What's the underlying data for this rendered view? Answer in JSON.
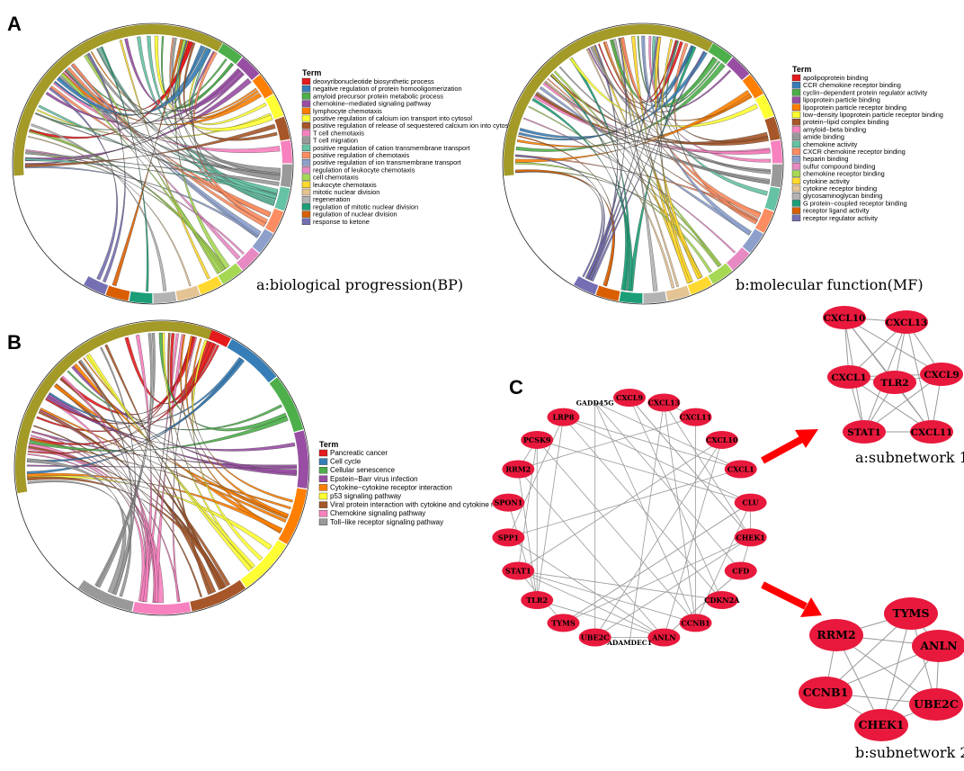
{
  "panels": {
    "A": {
      "letter": "A",
      "bp": {
        "caption": "a:biological progression(BP)",
        "legend_title": "Term",
        "terms": [
          {
            "label": "deoxyribonucleotide biosynthetic process",
            "color": "#e41a1c"
          },
          {
            "label": "negative regulation of protein homooligomerization",
            "color": "#377eb8"
          },
          {
            "label": "amyloid precursor protein metabolic process",
            "color": "#4daf4a"
          },
          {
            "label": "chemokine−mediated signaling pathway",
            "color": "#984ea3"
          },
          {
            "label": "lymphocyte chemotaxis",
            "color": "#ff7f00"
          },
          {
            "label": "positive regulation of calcium ion transport into cytosol",
            "color": "#ffff33"
          },
          {
            "label": "positive regulation of release of sequestered calcium ion into cytosol",
            "color": "#a65628"
          },
          {
            "label": "T cell chemotaxis",
            "color": "#f781bf"
          },
          {
            "label": "T cell migration",
            "color": "#999999"
          },
          {
            "label": "positive regulation of cation transmembrane transport",
            "color": "#66c2a5"
          },
          {
            "label": "positive regulation of chemotaxis",
            "color": "#fc8d62"
          },
          {
            "label": "positive regulation of ion transmembrane transport",
            "color": "#8da0cb"
          },
          {
            "label": "regulation of leukocyte chemotaxis",
            "color": "#e78ac3"
          },
          {
            "label": "cell chemotaxis",
            "color": "#a6d854"
          },
          {
            "label": "leukocyte chemotaxis",
            "color": "#ffd92f"
          },
          {
            "label": "mitotic nuclear division",
            "color": "#e5c494"
          },
          {
            "label": "regeneration",
            "color": "#b3b3b3"
          },
          {
            "label": "regulation of mitotic nuclear division",
            "color": "#1b9e77"
          },
          {
            "label": "regulation of nuclear division",
            "color": "#d95f02"
          },
          {
            "label": "response to ketone",
            "color": "#7570b3"
          }
        ]
      },
      "mf": {
        "caption": "b:molecular function(MF)",
        "legend_title": "Term",
        "terms": [
          {
            "label": "apolipoprotein binding",
            "color": "#e41a1c"
          },
          {
            "label": "CCR chemokine receptor binding",
            "color": "#377eb8"
          },
          {
            "label": "cyclin−dependent protein  regulator activity",
            "color": "#4daf4a"
          },
          {
            "label": "lipoprotein particle binding",
            "color": "#984ea3"
          },
          {
            "label": "lipoprotein particle receptor binding",
            "color": "#ff7f00"
          },
          {
            "label": "low−density lipoprotein particle receptor binding",
            "color": "#ffff33"
          },
          {
            "label": "protein−lipid complex binding",
            "color": "#a65628"
          },
          {
            "label": "amyloid−beta binding",
            "color": "#f781bf"
          },
          {
            "label": "amide binding",
            "color": "#999999"
          },
          {
            "label": "chemokine activity",
            "color": "#66c2a5"
          },
          {
            "label": "CXCR chemokine receptor binding",
            "color": "#fc8d62"
          },
          {
            "label": "heparin binding",
            "color": "#8da0cb"
          },
          {
            "label": "sulfur compound binding",
            "color": "#e78ac3"
          },
          {
            "label": "chemokine receptor binding",
            "color": "#a6d854"
          },
          {
            "label": "cytokine activity",
            "color": "#ffd92f"
          },
          {
            "label": "cytokine receptor binding",
            "color": "#e5c494"
          },
          {
            "label": "glycosaminoglycan binding",
            "color": "#b3b3b3"
          },
          {
            "label": "G protein−coupled receptor binding",
            "color": "#1b9e77"
          },
          {
            "label": "receptor ligand activity",
            "color": "#d95f02"
          },
          {
            "label": "receptor regulator activity",
            "color": "#7570b3"
          }
        ]
      }
    },
    "B": {
      "letter": "B",
      "legend_title": "Term",
      "terms": [
        {
          "label": "Pancreatic cancer",
          "color": "#e41a1c"
        },
        {
          "label": "Cell cycle",
          "color": "#377eb8"
        },
        {
          "label": "Cellular senescence",
          "color": "#4daf4a"
        },
        {
          "label": "Epstein−Barr virus infection",
          "color": "#984ea3"
        },
        {
          "label": "Cytokine−cytokine receptor interaction",
          "color": "#ff7f00"
        },
        {
          "label": "p53 signaling pathway",
          "color": "#ffff33"
        },
        {
          "label": "Viral protein interaction with cytokine and cytokine receptor",
          "color": "#a65628"
        },
        {
          "label": "Chemokine signaling pathway",
          "color": "#f781bf"
        },
        {
          "label": "Toll−like receptor signaling pathway",
          "color": "#999999"
        }
      ]
    },
    "C": {
      "letter": "C",
      "main_nodes": [
        "CXCL9",
        "CXCL13",
        "CXCL11",
        "CXCL10",
        "CXCL1",
        "CLU",
        "CHEK1",
        "CFD",
        "CDKN2A",
        "CCNB1",
        "ANLN",
        "ADAMDEC1",
        "UBE2C",
        "TYMS",
        "TLR2",
        "STAT1",
        "SPP1",
        "SPON1",
        "RRM2",
        "PCSK9",
        "LRP8",
        "GADD45G"
      ],
      "sub1": {
        "caption": "a:subnetwork 1",
        "nodes": [
          "CXCL10",
          "CXCL13",
          "CXCL1",
          "TLR2",
          "CXCL9",
          "STAT1",
          "CXCL11"
        ]
      },
      "sub2": {
        "caption": "b:subnetwork 2",
        "nodes": [
          "TYMS",
          "RRM2",
          "ANLN",
          "CCNB1",
          "UBE2C",
          "CHEK1"
        ]
      }
    }
  },
  "colors": {
    "node": "#e8193c",
    "arrow": "#ff0000",
    "edge": "#999999",
    "olive": "#a39a28",
    "dark_green": "#0a6b1a"
  }
}
